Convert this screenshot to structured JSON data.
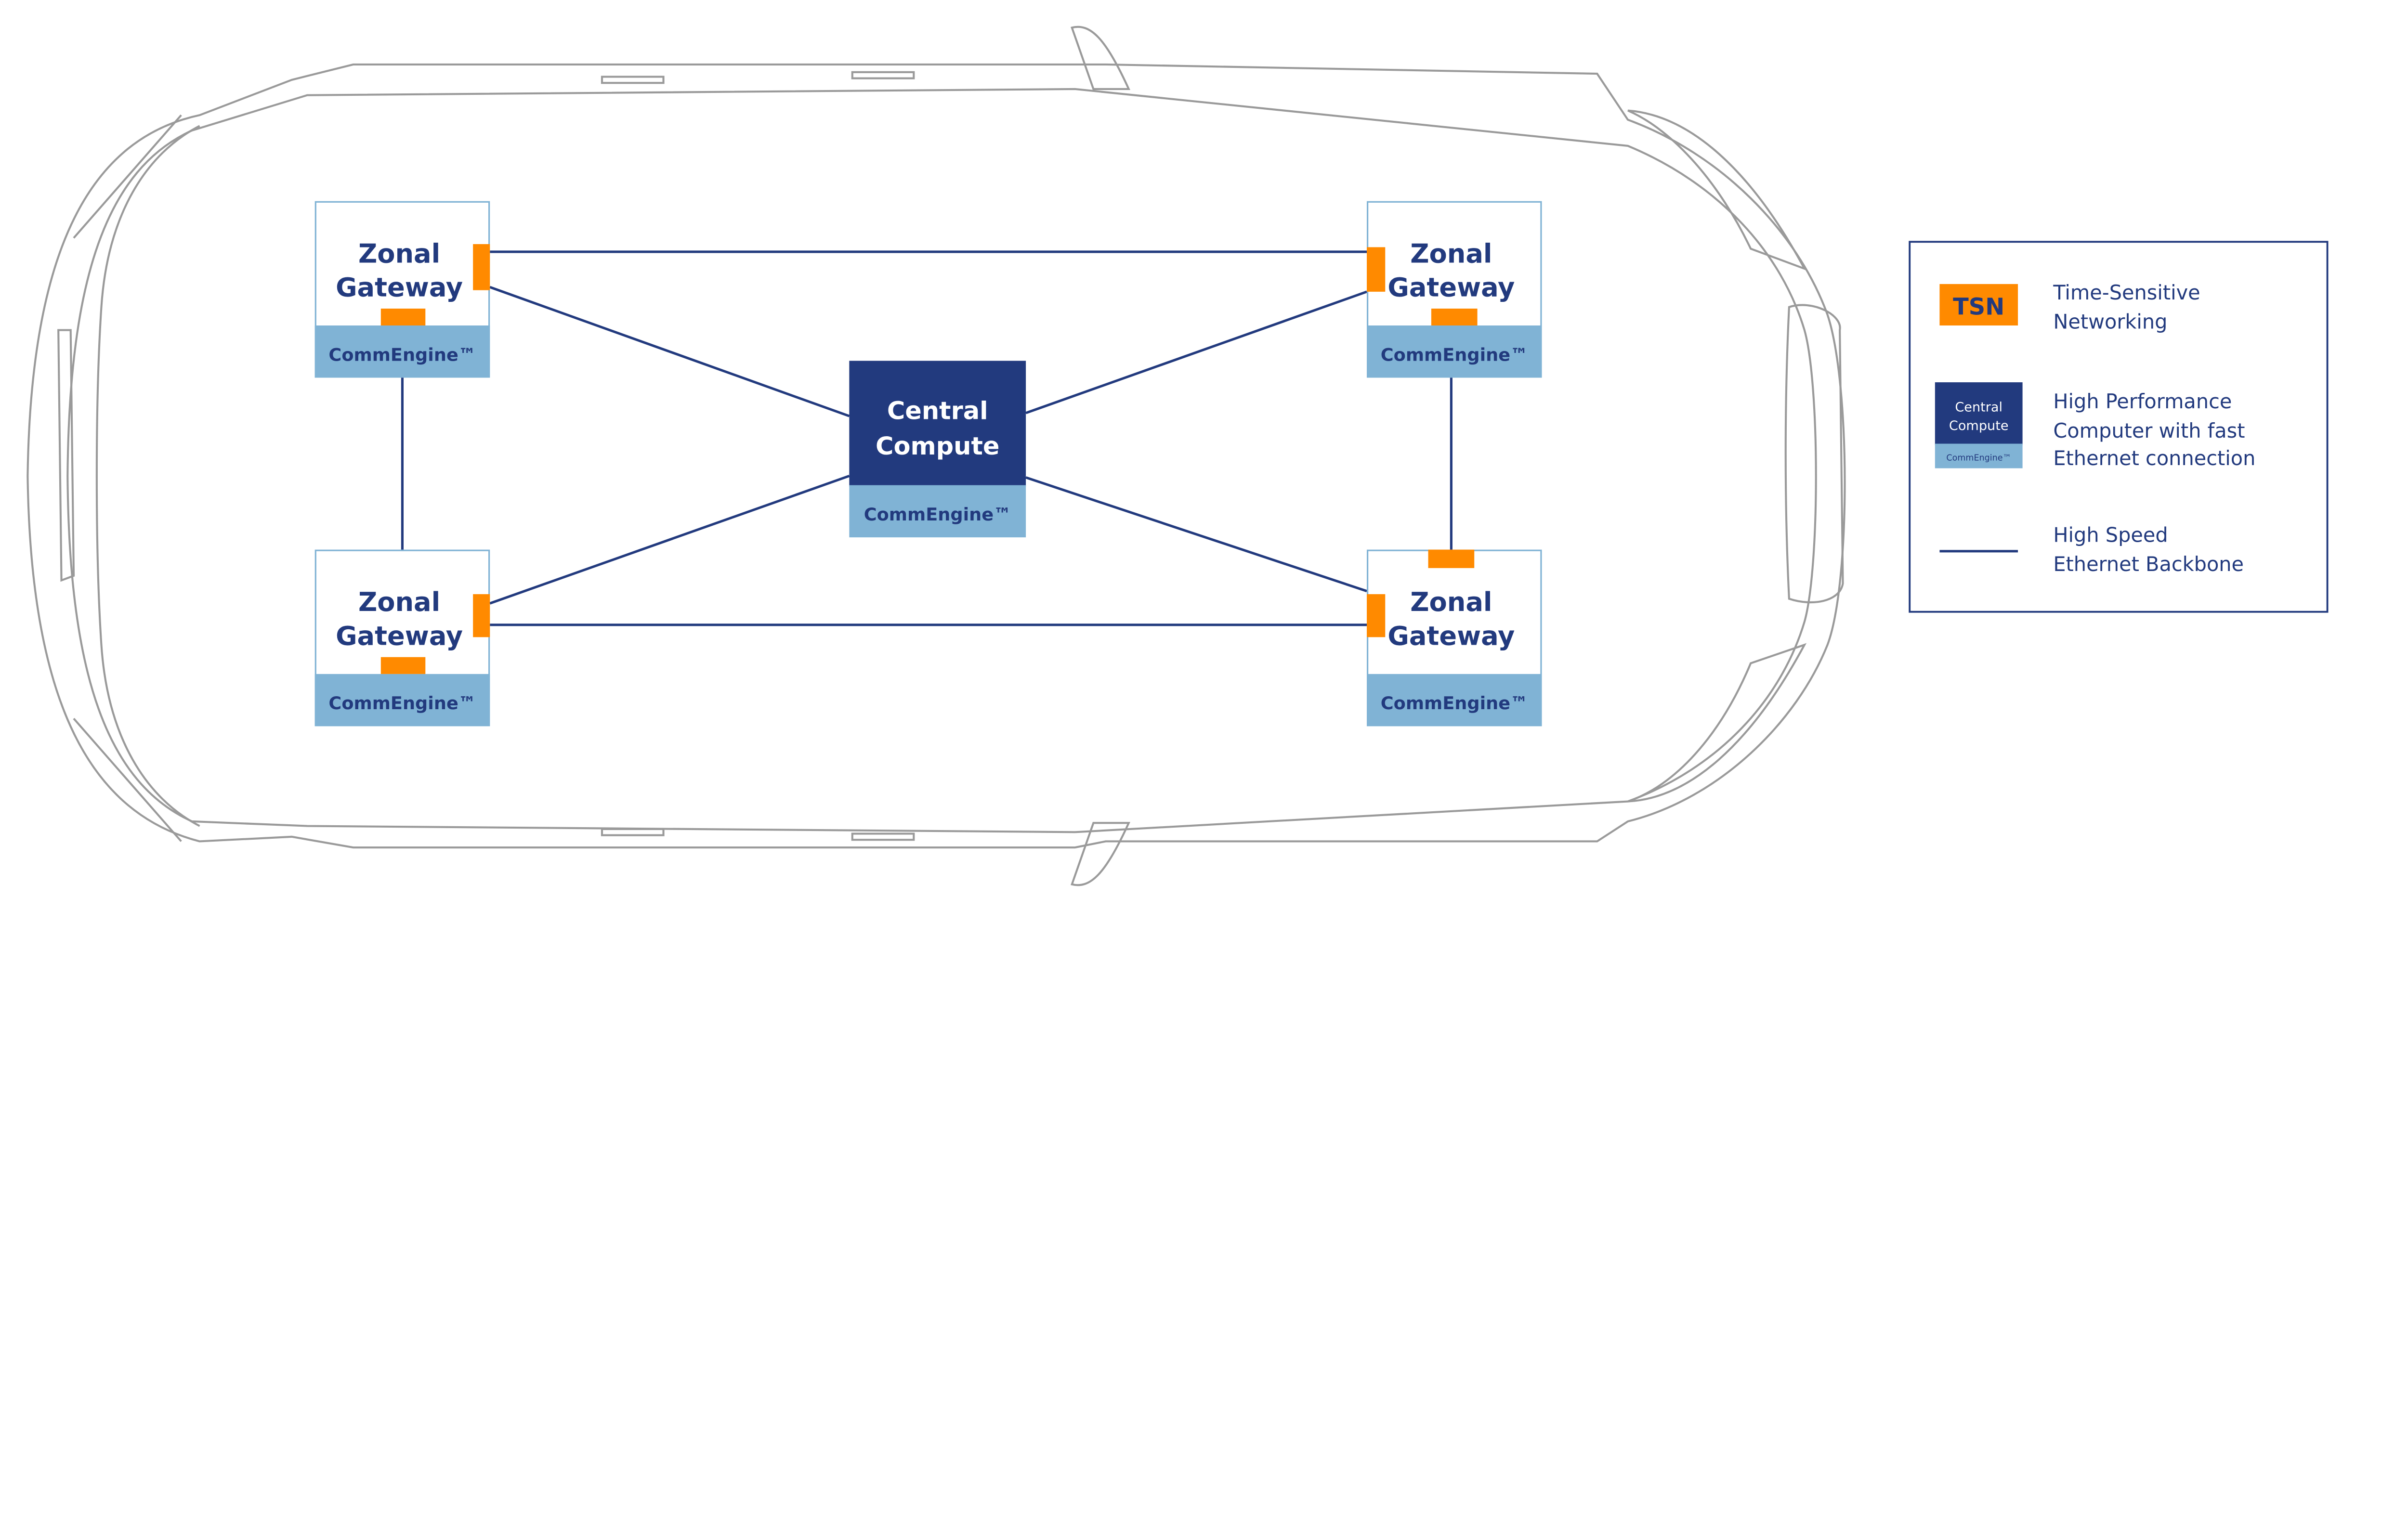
{
  "colors": {
    "navy": "#223a7e",
    "tsn_orange": "#ff8a00",
    "commengine_blue": "#80b3d5",
    "gateway_border": "#80b3d5",
    "car_outline": "#9a9a9a"
  },
  "gateway": {
    "line1": "Zonal",
    "line2": "Gateway",
    "engine": "CommEngine™"
  },
  "central": {
    "line1": "Central",
    "line2": "Compute",
    "engine": "CommEngine™"
  },
  "legend": {
    "tsn_badge": "TSN",
    "tsn_line1": "Time-Sensitive",
    "tsn_line2": "Networking",
    "cc_line1": "Central",
    "cc_line2": "Compute",
    "cc_engine": "CommEngine™",
    "hpc_line1": "High Performance",
    "hpc_line2": "Computer with fast",
    "hpc_line3": "Ethernet connection",
    "eth_line1": "High Speed",
    "eth_line2": "Ethernet Backbone"
  }
}
